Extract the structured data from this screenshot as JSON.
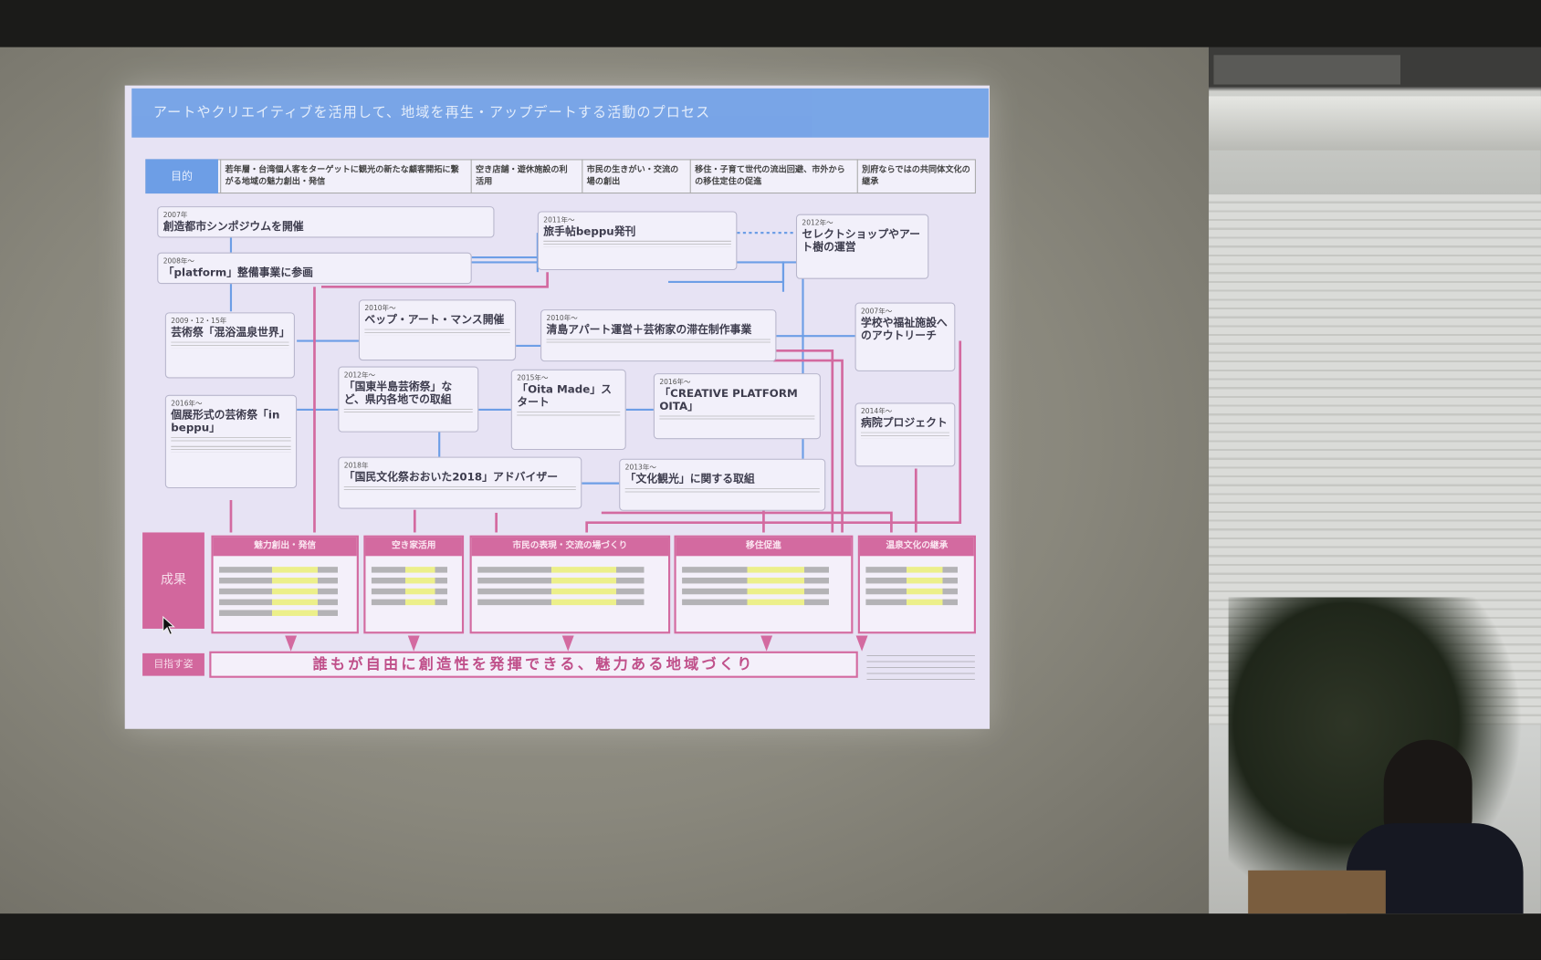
{
  "slide": {
    "title": "アートやクリエイティブを活用して、地域を再生・アップデートする活動のプロセス",
    "purpose_label": "目的",
    "purposes": [
      "若年層・台湾個人客をターゲットに観光の新たな顧客開拓に繋がる地域の魅力創出・発信",
      "空き店舗・遊休施設の利活用",
      "市民の生きがい・交流の場の創出",
      "移住・子育て世代の流出回避、市外からの移住定住の促進",
      "別府ならではの共同体文化の継承"
    ],
    "activities": [
      {
        "year": "2007年",
        "title": "創造都市シンポジウムを開催"
      },
      {
        "year": "2008年～",
        "title": "「platform」整備事業に参画"
      },
      {
        "year": "2011年～",
        "title": "旅手帖beppu発刊"
      },
      {
        "year": "2012年～",
        "title": "セレクトショップやアート樹の運営"
      },
      {
        "year": "2009・12・15年",
        "title": "芸術祭「混浴温泉世界」"
      },
      {
        "year": "2010年～",
        "title": "ベップ・アート・マンス開催"
      },
      {
        "year": "2010年～",
        "title": "清島アパート運営＋芸術家の滞在制作事業"
      },
      {
        "year": "2007年～",
        "title": "学校や福祉施設へのアウトリーチ"
      },
      {
        "year": "2012年～",
        "title": "「国東半島芸術祭」など、県内各地での取組"
      },
      {
        "year": "2015年～",
        "title": "「Oita Made」スタート"
      },
      {
        "year": "2016年～",
        "title": "「CREATIVE PLATFORM OITA」"
      },
      {
        "year": "2016年～",
        "title": "個展形式の芸術祭「in beppu」"
      },
      {
        "year": "2014年～",
        "title": "病院プロジェクト"
      },
      {
        "year": "2018年",
        "title": "「国民文化祭おおいた2018」アドバイザー"
      },
      {
        "year": "2013年～",
        "title": "「文化観光」に関する取組"
      }
    ],
    "results_label": "成果",
    "results": [
      "魅力創出・発信",
      "空き家活用",
      "市民の表現・交流の場づくり",
      "移住促進",
      "温泉文化の継承"
    ],
    "goal_label": "目指す姿",
    "goal": "誰もが自由に創造性を発揮できる、魅力ある地域づくり",
    "colors": {
      "title_blue": "#6d9ee6",
      "result_pink": "#d36aa0",
      "highlight": "#e8ef5a"
    }
  }
}
